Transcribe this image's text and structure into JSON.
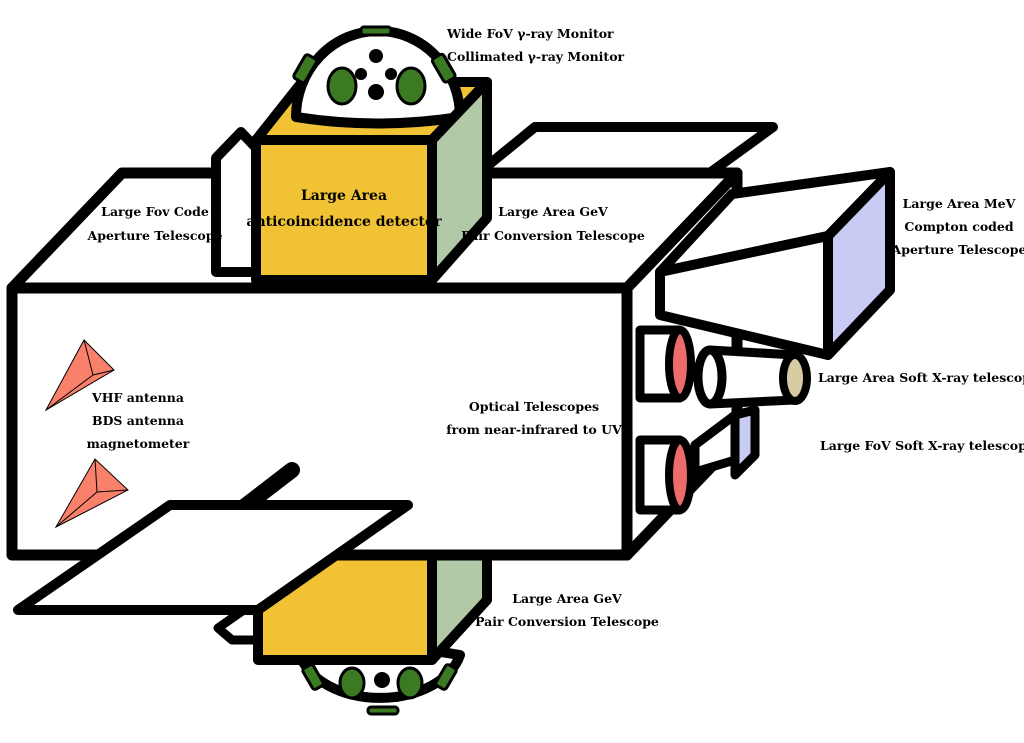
{
  "labels": {
    "wide_fov_gamma": "Wide FoV γ-ray Monitor",
    "collimated_gamma": "Collimated γ-ray Monitor",
    "large_fov_code_1": "Large Fov Code",
    "large_fov_code_2": "Aperture Telescope",
    "acd_1": "Large Area",
    "acd_2": "anticoincidence detector",
    "gev_top_1": "Large Area GeV",
    "gev_top_2": "Pair Conversion Telescope",
    "mev_1": "Large Area MeV",
    "mev_2": "Compton coded",
    "mev_3": "Aperture Telescope",
    "soft_xray_area": "Large Area Soft X-ray telescope",
    "soft_xray_fov": "Large FoV Soft X-ray telescope",
    "antenna_1": "VHF antenna",
    "antenna_2": "BDS antenna",
    "antenna_3": "magnetometer",
    "optical_1": "Optical Telescopes",
    "optical_2": "from near-infrared to UV",
    "gev_bottom_1": "Large Area GeV",
    "gev_bottom_2": "Pair Conversion Telescope"
  },
  "colors": {
    "stroke": "#000000",
    "acd_yellow": "#f0c234",
    "side_green": "#b1c9a6",
    "dome_green": "#3b7a22",
    "antenna_salmon": "#f9806a",
    "compton_blue": "#c8ccf5",
    "lens_red": "#ee6b6b",
    "lens_tan": "#d7cba2",
    "background": "#ffffff"
  }
}
